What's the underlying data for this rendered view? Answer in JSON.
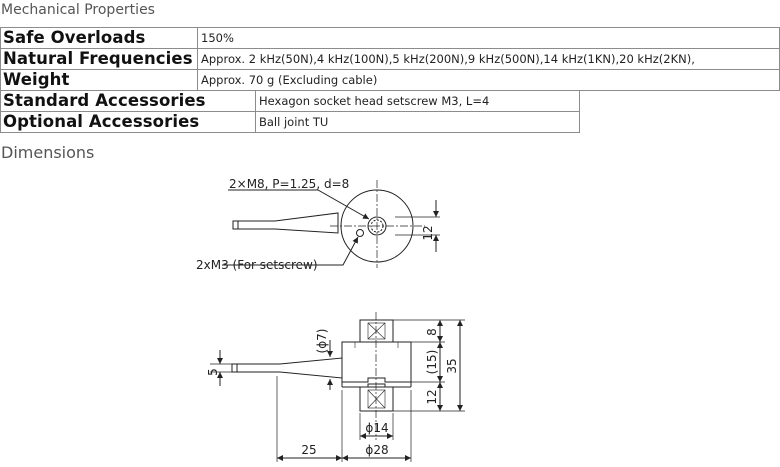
{
  "mechanical_title": "Mechanical Properties",
  "properties": [
    {
      "label": "Safe Overloads",
      "value": "150%"
    },
    {
      "label": "Natural Frequencies",
      "value": "Approx. 2 kHz(50N),4 kHz(100N),5 kHz(200N),9 kHz(500N),14 kHz(1KN),20 kHz(2KN),"
    },
    {
      "label": "Weight",
      "value": "Approx. 70 g (Excluding cable)"
    }
  ],
  "accessories": [
    {
      "label": "Standard Accessories",
      "value": "Hexagon socket head setscrew M3, L=4"
    },
    {
      "label": "Optional Accessories",
      "value": "Ball joint TU"
    }
  ],
  "dimensions_title": "Dimensions",
  "drawing": {
    "thread_label": "2×M8, P=1.25, d=8",
    "setscrew_label": "2xM3 (For setscrew)",
    "top_dim": "12",
    "cable_dim": "5",
    "bore_dim": "(ϕ7)",
    "flange_top_dim": "8",
    "center_dim": "(15)",
    "flange_bottom_dim": "12",
    "height_dim": "35",
    "hole_dia_dim": "ϕ14",
    "cable_length_dim": "25",
    "body_dia_dim": "ϕ28"
  }
}
